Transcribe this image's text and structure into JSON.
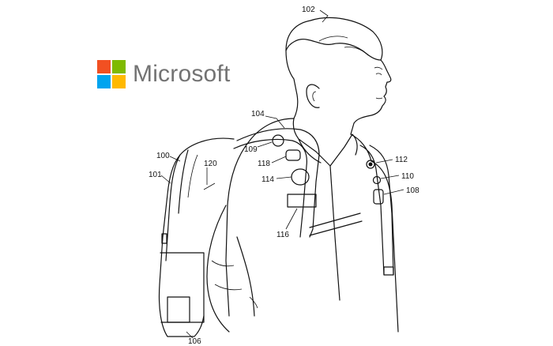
{
  "logo": {
    "wordmark": "Microsoft",
    "colors": {
      "red": "#f25022",
      "green": "#7fba00",
      "blue": "#00a4ef",
      "yellow": "#ffb900"
    },
    "text_color": "#737373"
  },
  "figure": {
    "reference_numerals": [
      "102",
      "104",
      "100",
      "109",
      "118",
      "101",
      "120",
      "114",
      "116",
      "112",
      "110",
      "108",
      "106"
    ]
  }
}
